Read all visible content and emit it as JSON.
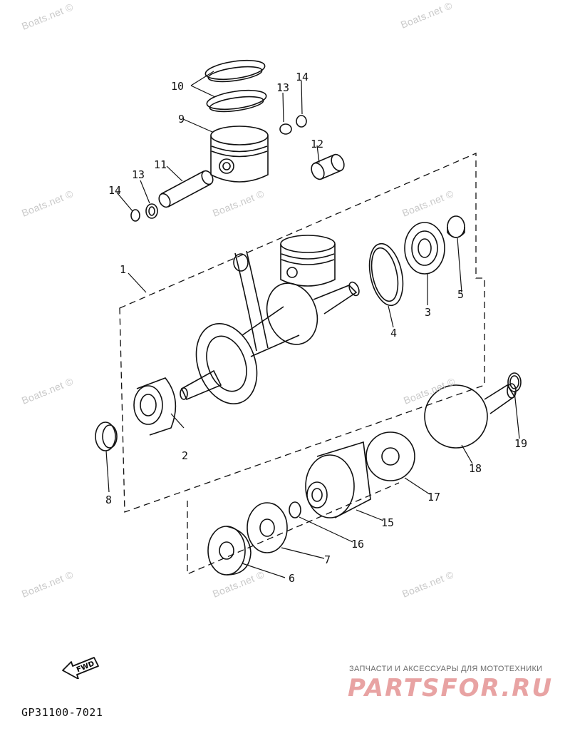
{
  "watermarks": [
    "Boats.net ©",
    "Boats.net ©",
    "Boats.net ©",
    "Boats.net ©",
    "Boats.net ©",
    "Boats.net ©",
    "Boats.net ©",
    "Boats.net ©",
    "Boats.net ©",
    "Boats.net ©"
  ],
  "part_numbers": [
    "1",
    "2",
    "3",
    "4",
    "5",
    "6",
    "7",
    "8",
    "9",
    "10",
    "11",
    "12",
    "13",
    "13",
    "14",
    "14",
    "15",
    "16",
    "17",
    "18",
    "19"
  ],
  "fwd_label": "FWD",
  "diagram_code": "GP31100-7021",
  "brand": {
    "tagline": "ЗАПЧАСТИ И АКСЕССУАРЫ ДЛЯ МОТОТЕХНИКИ",
    "name": "PARTSFOR.RU",
    "color": "#e8a3a3"
  }
}
